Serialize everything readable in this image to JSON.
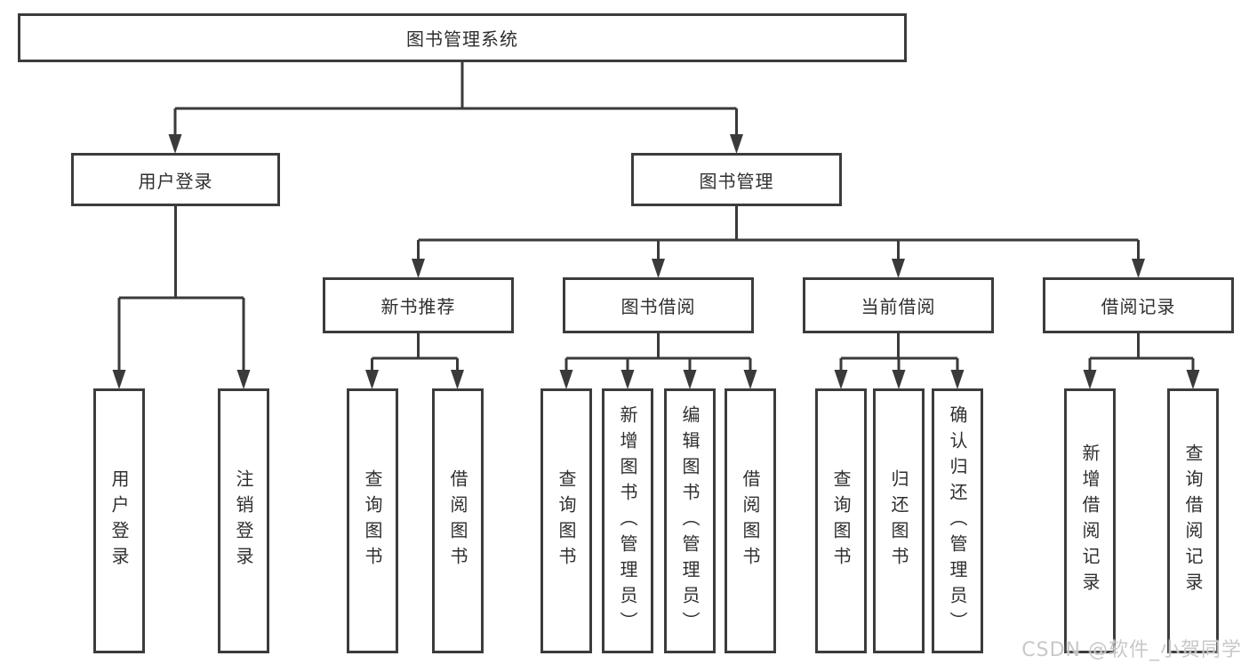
{
  "diagram": {
    "root": {
      "label": "图书管理系统"
    },
    "level2": {
      "user_login": {
        "label": "用户登录"
      },
      "book_management": {
        "label": "图书管理"
      }
    },
    "level3": {
      "new_book_recommend": {
        "label": "新书推荐"
      },
      "book_borrowing": {
        "label": "图书借阅"
      },
      "current_borrowing": {
        "label": "当前借阅"
      },
      "borrowing_records": {
        "label": "借阅记录"
      }
    },
    "leaves": {
      "user_login": {
        "label": "用户登录"
      },
      "logout": {
        "label": "注销登录"
      },
      "rec_query_books": {
        "label": "查询图书"
      },
      "rec_borrow_books": {
        "label": "借阅图书"
      },
      "bb_query_books": {
        "label": "查询图书"
      },
      "bb_add_books": {
        "label": "新增图书（管理员）"
      },
      "bb_edit_books": {
        "label": "编辑图书（管理员）"
      },
      "bb_borrow_books": {
        "label": "借阅图书"
      },
      "cb_query_books": {
        "label": "查询图书"
      },
      "cb_return_books": {
        "label": "归还图书"
      },
      "cb_confirm_return": {
        "label": "确认归还（管理员）"
      },
      "br_add_record": {
        "label": "新增借阅记录"
      },
      "br_query_record": {
        "label": "查询借阅记录"
      }
    },
    "watermark": "CSDN @软件_小贺同学",
    "colors": {
      "line": "#3a3a3a",
      "box_border": "#3c3c3c",
      "box_fill": "#ffffff",
      "text": "#2f2f2f",
      "watermark": "#c5c5c5",
      "background": "#ffffff"
    }
  }
}
